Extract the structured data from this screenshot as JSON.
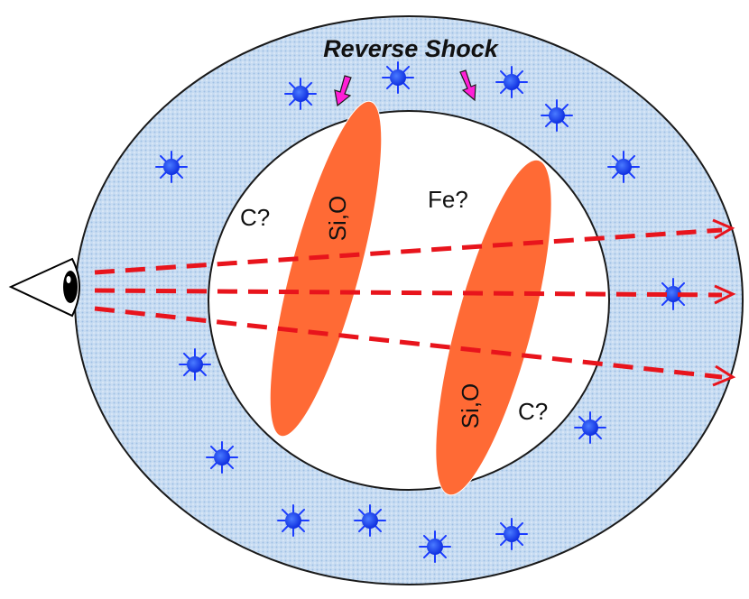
{
  "labels": {
    "reverse_shock": "Reverse Shock",
    "c_left": "C?",
    "fe": "Fe?",
    "si_o_left": "Si,O",
    "si_o_right": "Si,O",
    "c_right": "C?"
  },
  "colors": {
    "shell_fill": "#c8dcf2",
    "shell_outline": "#1a1a1a",
    "ejecta_fill": "#ff6a35",
    "star_color": "#1a3cff",
    "sightline_color": "#e8141c",
    "arrow_color": "#ff1fd6"
  },
  "icons": {
    "observer": "eye-icon",
    "star": "star-icon"
  }
}
